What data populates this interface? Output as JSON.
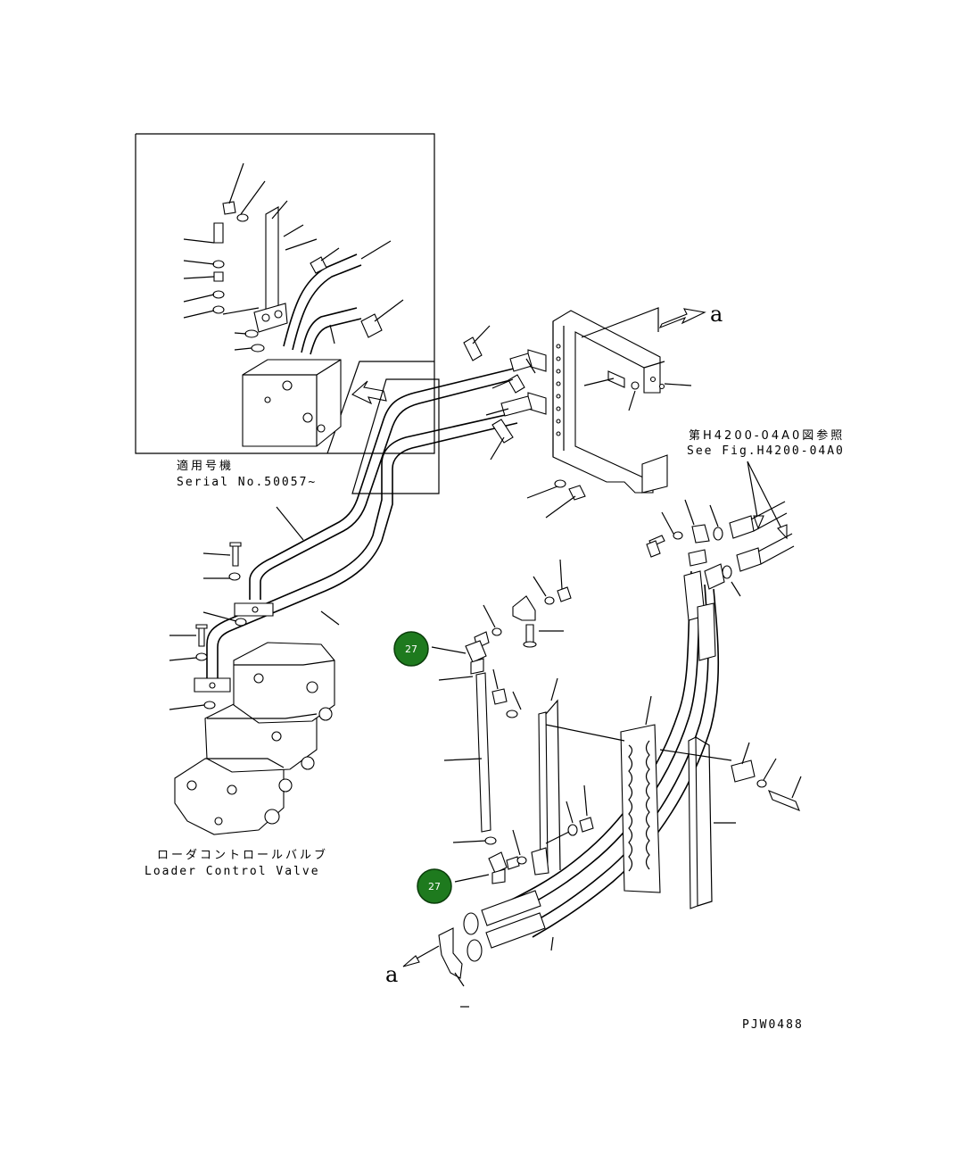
{
  "inset": {
    "serial_jp": "適用号機",
    "serial_en": "Serial No.50057~"
  },
  "references": {
    "see_fig_jp": "第H4200-04A0図参照",
    "see_fig_en": "See Fig.H4200-04A0"
  },
  "valve": {
    "label_jp": "ローダコントロールバルブ",
    "label_en": "Loader Control Valve"
  },
  "arrows": {
    "top_letter": "a",
    "bottom_letter": "a"
  },
  "callouts": [
    {
      "number": "27"
    },
    {
      "number": "27"
    }
  ],
  "dash_mark": "-",
  "drawing_code": "PJW0488",
  "colors": {
    "callout_fill": "#1e7a1e",
    "callout_stroke": "#0b3d0b"
  }
}
